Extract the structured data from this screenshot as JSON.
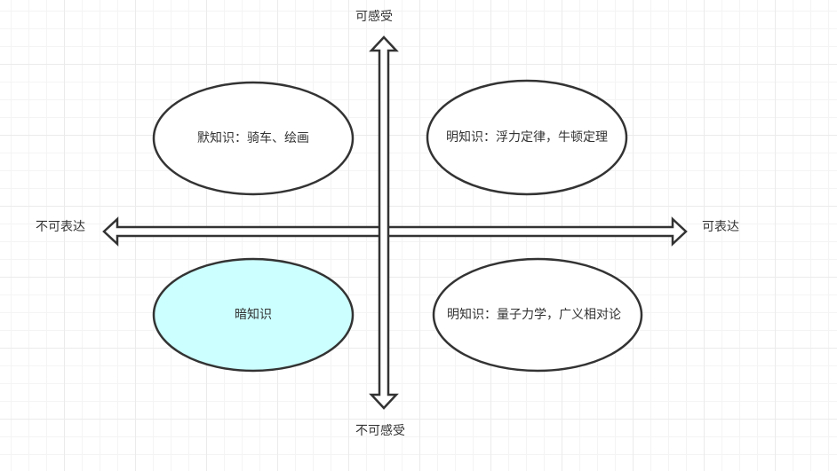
{
  "axes": {
    "top": "可感受",
    "bottom": "不可感受",
    "left": "不可表达",
    "right": "可表达"
  },
  "nodes": {
    "top_left": {
      "text": "默知识：骑车、绘画",
      "fill": "#ffffff"
    },
    "top_right": {
      "text": "明知识：浮力定律，牛顿定理",
      "fill": "#ffffff"
    },
    "bottom_left": {
      "text": "暗知识",
      "fill": "#ccffff"
    },
    "bottom_right": {
      "text": "明知识：量子力学，广义相对论",
      "fill": "#ffffff"
    }
  },
  "colors": {
    "stroke": "#333333",
    "text": "#333333",
    "grid": "#ebebeb"
  }
}
